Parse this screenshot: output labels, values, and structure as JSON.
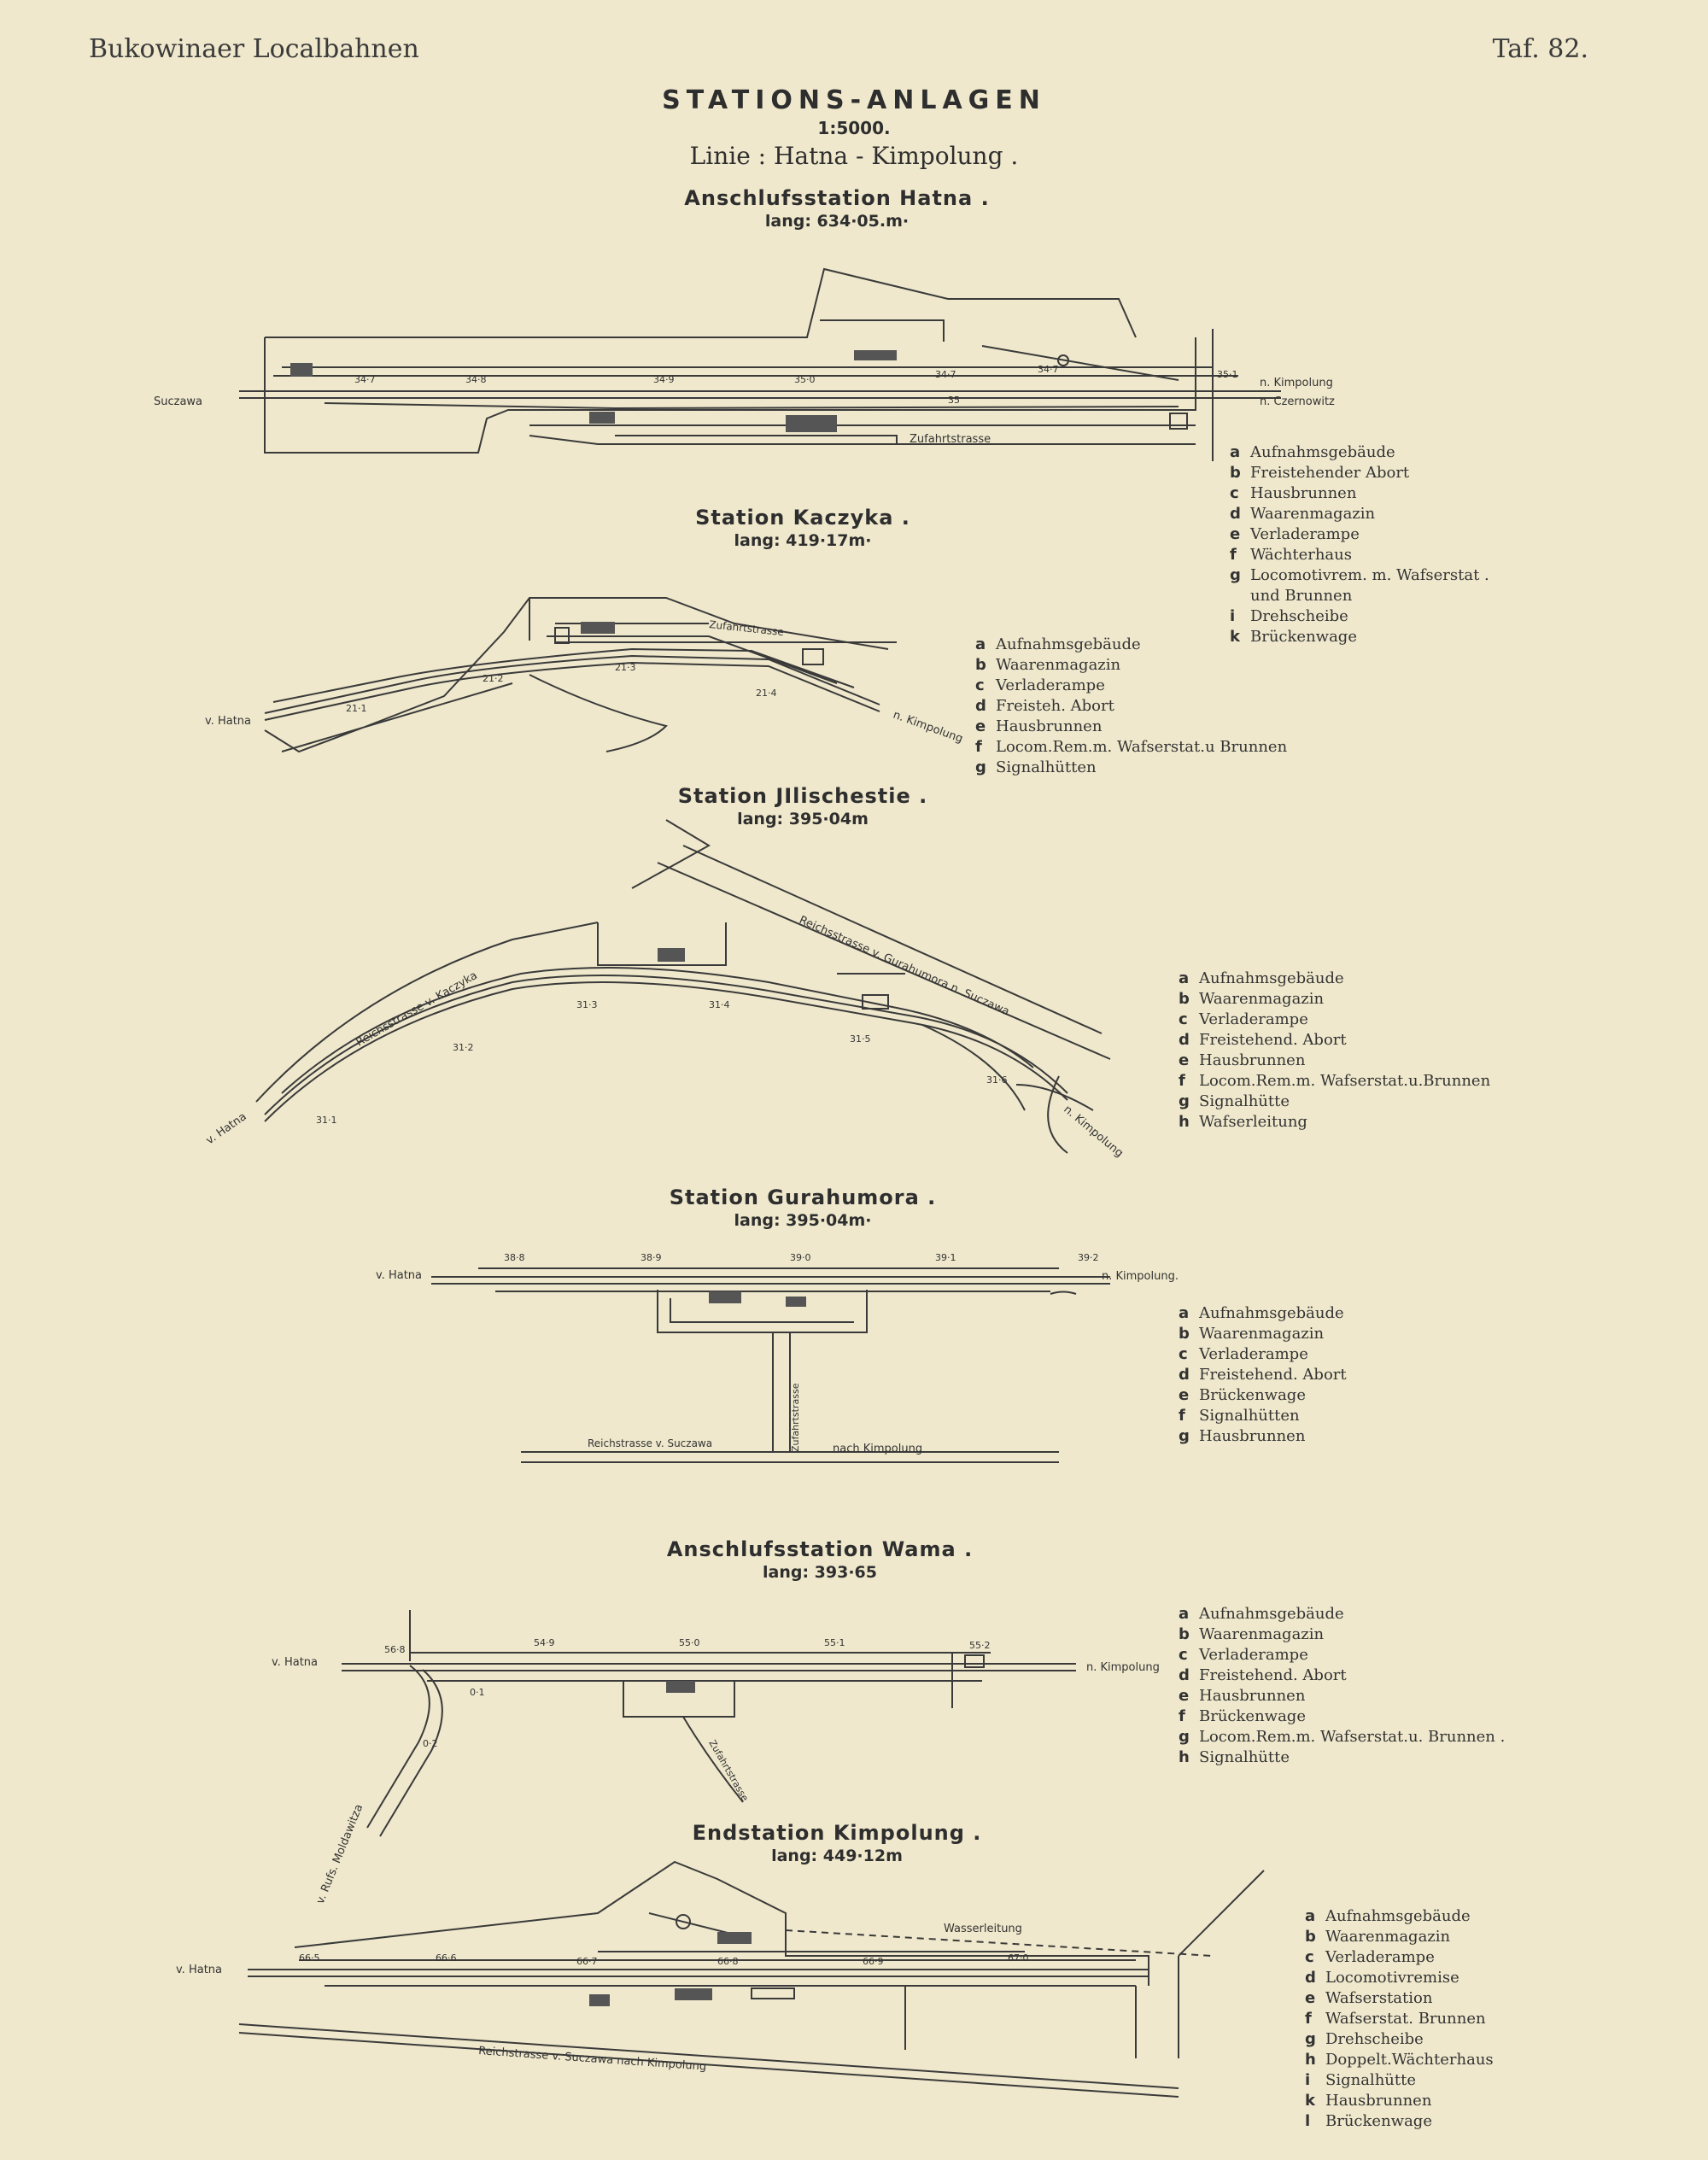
{
  "header": {
    "left": "Bukowinaer Localbahnen",
    "right": "Taf. 82."
  },
  "title": "STATIONS-ANLAGEN",
  "scale": "1:5000.",
  "line": "Linie : Hatna - Kimpolung .",
  "stations": [
    {
      "name": "Anschlufsstation Hatna .",
      "length": "lang: 634·05.m·",
      "labels": {
        "left": "Suczawa",
        "right1": "n. Kimpolung",
        "right2": "n. Czernowitz",
        "road": "Zufahrtstrasse"
      },
      "km": [
        "34·7",
        "34·8",
        "34·9",
        "35·0",
        "34·7",
        "34·7",
        "35",
        "35·1"
      ],
      "legend": [
        {
          "k": "a",
          "t": "Aufnahmsgebäude"
        },
        {
          "k": "b",
          "t": "Freistehender Abort"
        },
        {
          "k": "c",
          "t": "Hausbrunnen"
        },
        {
          "k": "d",
          "t": "Waarenmagazin"
        },
        {
          "k": "e",
          "t": "Verladerampe"
        },
        {
          "k": "f",
          "t": "Wächterhaus"
        },
        {
          "k": "g",
          "t": "Locomotivrem. m. Wafserstat ."
        },
        {
          "k": "",
          "t": "und Brunnen"
        },
        {
          "k": "i",
          "t": "Drehscheibe"
        },
        {
          "k": "k",
          "t": "Brückenwage"
        }
      ]
    },
    {
      "name": "Station Kaczyka .",
      "length": "lang: 419·17m·",
      "labels": {
        "left": "v. Hatna",
        "right": "n. Kimpolung",
        "road": "Zufahrtstrasse"
      },
      "km": [
        "21·2",
        "21·3",
        "21·1",
        "21·4"
      ],
      "legend": [
        {
          "k": "a",
          "t": "Aufnahmsgebäude"
        },
        {
          "k": "b",
          "t": "Waarenmagazin"
        },
        {
          "k": "c",
          "t": "Verladerampe"
        },
        {
          "k": "d",
          "t": "Freisteh. Abort"
        },
        {
          "k": "e",
          "t": "Hausbrunnen"
        },
        {
          "k": "f",
          "t": "Locom.Rem.m. Wafserstat.u Brunnen"
        },
        {
          "k": "g",
          "t": "Signalhütten"
        }
      ]
    },
    {
      "name": "Station JIlischestie .",
      "length": "lang: 395·04m",
      "labels": {
        "left": "v. Hatna",
        "right": "n. Kimpolung",
        "road1": "Reichsstrasse v. Kaczyka",
        "road2": "Reichsstrasse v. Gurahumora n. Suczawa"
      },
      "km": [
        "31·2",
        "31·3",
        "31·4",
        "31·5",
        "31·1",
        "31·6"
      ],
      "legend": [
        {
          "k": "a",
          "t": "Aufnahmsgebäude"
        },
        {
          "k": "b",
          "t": "Waarenmagazin"
        },
        {
          "k": "c",
          "t": "Verladerampe"
        },
        {
          "k": "d",
          "t": "Freistehend. Abort"
        },
        {
          "k": "e",
          "t": "Hausbrunnen"
        },
        {
          "k": "f",
          "t": "Locom.Rem.m. Wafserstat.u.Brunnen"
        },
        {
          "k": "g",
          "t": "Signalhütte"
        },
        {
          "k": "h",
          "t": "Wafserleitung"
        }
      ]
    },
    {
      "name": "Station Gurahumora .",
      "length": "lang: 395·04m·",
      "labels": {
        "left": "v. Hatna",
        "right": "n. Kimpolung.",
        "road1": "Reichstrasse v. Suczawa",
        "road2": "nach Kimpolung",
        "road3": "Zufahrtstrasse"
      },
      "km": [
        "38·8",
        "38·9",
        "39·0",
        "39·1",
        "39·2"
      ],
      "legend": [
        {
          "k": "a",
          "t": "Aufnahmsgebäude"
        },
        {
          "k": "b",
          "t": "Waarenmagazin"
        },
        {
          "k": "c",
          "t": "Verladerampe"
        },
        {
          "k": "d",
          "t": "Freistehend. Abort"
        },
        {
          "k": "e",
          "t": "Brückenwage"
        },
        {
          "k": "f",
          "t": "Signalhütten"
        },
        {
          "k": "g",
          "t": "Hausbrunnen"
        }
      ]
    },
    {
      "name": "Anschlufsstation Wama .",
      "length": "lang: 393·65",
      "labels": {
        "left": "v. Hatna",
        "right": "n. Kimpolung",
        "branch": "v. Rufs. Moldawitza",
        "road": "Zufahrtstrasse"
      },
      "km": [
        "56·8",
        "54·9",
        "55·0",
        "55·1",
        "55·2",
        "0·1",
        "0·2"
      ],
      "legend": [
        {
          "k": "a",
          "t": "Aufnahmsgebäude"
        },
        {
          "k": "b",
          "t": "Waarenmagazin"
        },
        {
          "k": "c",
          "t": "Verladerampe"
        },
        {
          "k": "d",
          "t": "Freistehend. Abort"
        },
        {
          "k": "e",
          "t": "Hausbrunnen"
        },
        {
          "k": "f",
          "t": "Brückenwage"
        },
        {
          "k": "g",
          "t": "Locom.Rem.m. Wafserstat.u. Brunnen ."
        },
        {
          "k": "h",
          "t": "Signalhütte"
        }
      ]
    },
    {
      "name": "Endstation Kimpolung .",
      "length": "lang: 449·12m",
      "labels": {
        "left": "v. Hatna",
        "water": "Wasserleitung",
        "road": "Reichstrasse v. Suczawa nach Kimpolung"
      },
      "km": [
        "66·5",
        "66·6",
        "66·7",
        "66·8",
        "66·9",
        "67·0"
      ],
      "legend": [
        {
          "k": "a",
          "t": "Aufnahmsgebäude"
        },
        {
          "k": "b",
          "t": "Waarenmagazin"
        },
        {
          "k": "c",
          "t": "Verladerampe"
        },
        {
          "k": "d",
          "t": "Locomotivremise"
        },
        {
          "k": "e",
          "t": "Wafserstation"
        },
        {
          "k": "f",
          "t": "Wafserstat. Brunnen"
        },
        {
          "k": "g",
          "t": "Drehscheibe"
        },
        {
          "k": "h",
          "t": "Doppelt.Wächterhaus"
        },
        {
          "k": "i",
          "t": "Signalhütte"
        },
        {
          "k": "k",
          "t": "Hausbrunnen"
        },
        {
          "k": "l",
          "t": "Brückenwage"
        }
      ]
    }
  ],
  "colors": {
    "paper": "#efe8cc",
    "ink": "#2e2e2e",
    "building": "#555555"
  }
}
